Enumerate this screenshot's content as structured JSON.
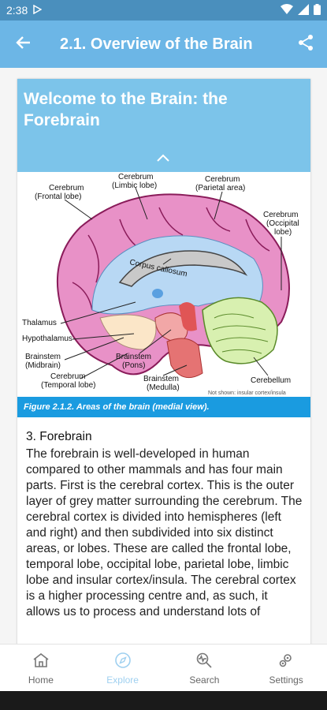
{
  "status_bar": {
    "time": "2:38"
  },
  "app_bar": {
    "title": "2.1. Overview of the Brain"
  },
  "card": {
    "title": "Welcome to the Brain: the Forebrain"
  },
  "figure": {
    "labels": {
      "cerebrum_frontal_1": "Cerebrum",
      "cerebrum_frontal_2": "(Frontal lobe)",
      "cerebrum_limbic_1": "Cerebrum",
      "cerebrum_limbic_2": "(Limbic lobe)",
      "cerebrum_parietal_1": "Cerebrum",
      "cerebrum_parietal_2": "(Parietal area)",
      "cerebrum_occipital_1": "Cerebrum",
      "cerebrum_occipital_2": "(Occipital",
      "cerebrum_occipital_3": "lobe)",
      "corpus_callosum": "Corpus callosum",
      "thalamus": "Thalamus",
      "hypothalamus": "Hypothalamus",
      "brainstem_midbrain_1": "Brainstem",
      "brainstem_midbrain_2": "(Midbrain)",
      "brainstem_pons_1": "Brainstem",
      "brainstem_pons_2": "(Pons)",
      "cerebrum_temporal_1": "Cerebrum",
      "cerebrum_temporal_2": "(Temporal lobe)",
      "brainstem_medulla_1": "Brainstem",
      "brainstem_medulla_2": "(Medulla)",
      "cerebellum": "Cerebellum",
      "not_shown": "Not shown: insular cortex/insula"
    },
    "caption": "Figure 2.1.2. Areas of the brain (medial view)."
  },
  "section": {
    "heading": "3. Forebrain",
    "body": "The forebrain is well-developed in human compared to other mammals and has four main parts. First is the cerebral cortex. This is the outer layer of grey matter surrounding the cerebrum. The cerebral cortex is divided into hemispheres (left and right) and then subdivided into six distinct areas, or lobes. These are called the frontal lobe, temporal lobe, occipital lobe, parietal lobe, limbic lobe and insular cortex/insula. The cerebral cortex is a higher processing centre and, as such, it allows us to process and understand lots of"
  },
  "bottom_nav": {
    "items": [
      {
        "label": "Home",
        "icon": "home-icon"
      },
      {
        "label": "Explore",
        "icon": "compass-icon",
        "active": true
      },
      {
        "label": "Search",
        "icon": "search-icon"
      },
      {
        "label": "Settings",
        "icon": "gear-icon"
      }
    ]
  },
  "colors": {
    "status_bar": "#4a8fbd",
    "app_bar": "#6cb6e6",
    "card_header": "#7cc4ea",
    "caption_bar": "#1a9be0",
    "nav_active": "#9fd0f0"
  }
}
